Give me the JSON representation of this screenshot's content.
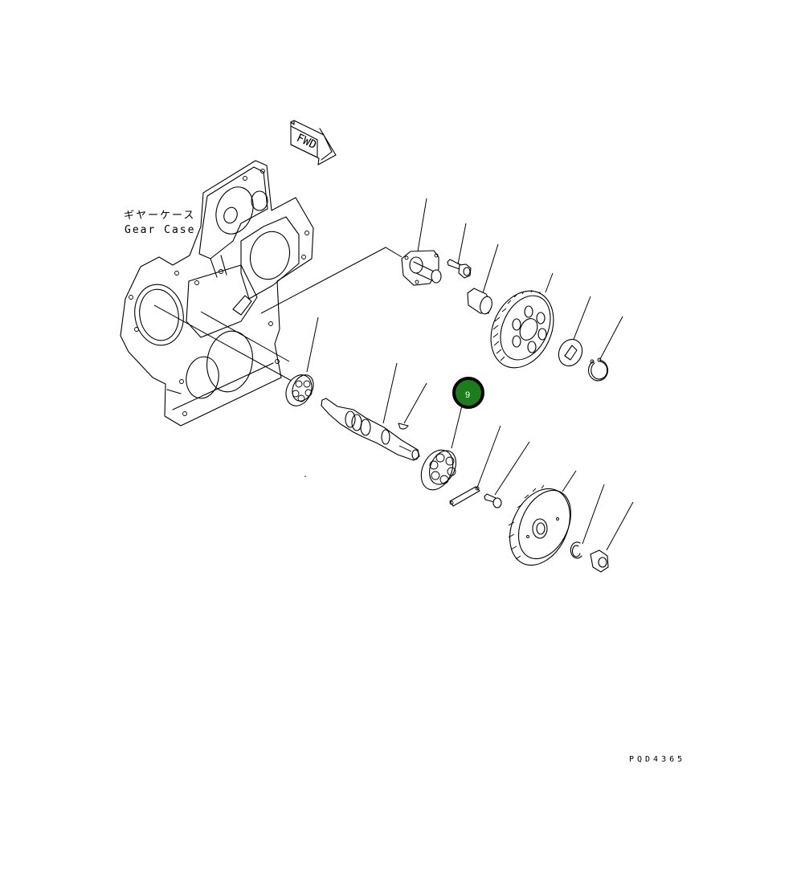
{
  "diagram": {
    "type": "exploded-parts-diagram",
    "drawing_code": "PQD4365",
    "direction_marker": {
      "label": "FWD",
      "icon": "forward-arrow-icon"
    },
    "gear_case_label": {
      "japanese": "ギヤーケース",
      "english": "Gear Case"
    },
    "callouts": [
      {
        "number": "9",
        "fill_color": "#1a7f1a",
        "border_color": "#000000",
        "part": "bearing"
      }
    ],
    "parts": [
      "gear-case",
      "idler-shaft-bracket",
      "bolt",
      "bushing",
      "idler-gear",
      "thrust-washer",
      "snap-ring",
      "bearing-front",
      "shaft",
      "woodruff-key",
      "bearing",
      "lock-plate",
      "bolt-small",
      "drive-gear",
      "c-ring",
      "nut"
    ],
    "colors": {
      "line": "#000000",
      "background": "#ffffff",
      "callout_fill": "#1a7f1a"
    }
  }
}
